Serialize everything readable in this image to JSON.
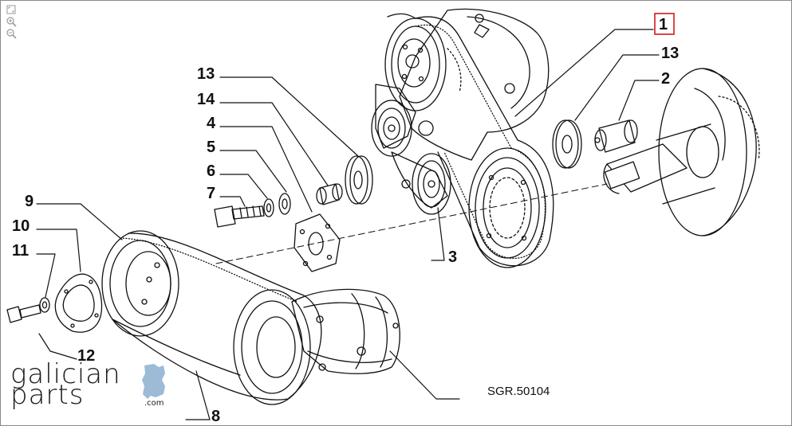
{
  "viewer": {
    "tools": [
      {
        "name": "fit-icon",
        "title": ""
      },
      {
        "name": "zoom-in-icon",
        "title": ""
      },
      {
        "name": "zoom-out-icon",
        "title": ""
      }
    ]
  },
  "diagram": {
    "reference_code": "SGR.50104",
    "callouts": {
      "c1": "1",
      "c13a": "13",
      "c2": "2",
      "c13b": "13",
      "c14": "14",
      "c4": "4",
      "c5": "5",
      "c6": "6",
      "c7": "7",
      "c9": "9",
      "c10": "10",
      "c11": "11",
      "c12": "12",
      "c3": "3",
      "c8": "8"
    },
    "highlighted_callout": "1",
    "colors": {
      "highlight_border": "#d11a1a",
      "line": "#111111",
      "logo_map": "#9dbbd6"
    }
  },
  "logo": {
    "line1": "galician",
    "line2": "parts",
    "suffix": ".com"
  }
}
